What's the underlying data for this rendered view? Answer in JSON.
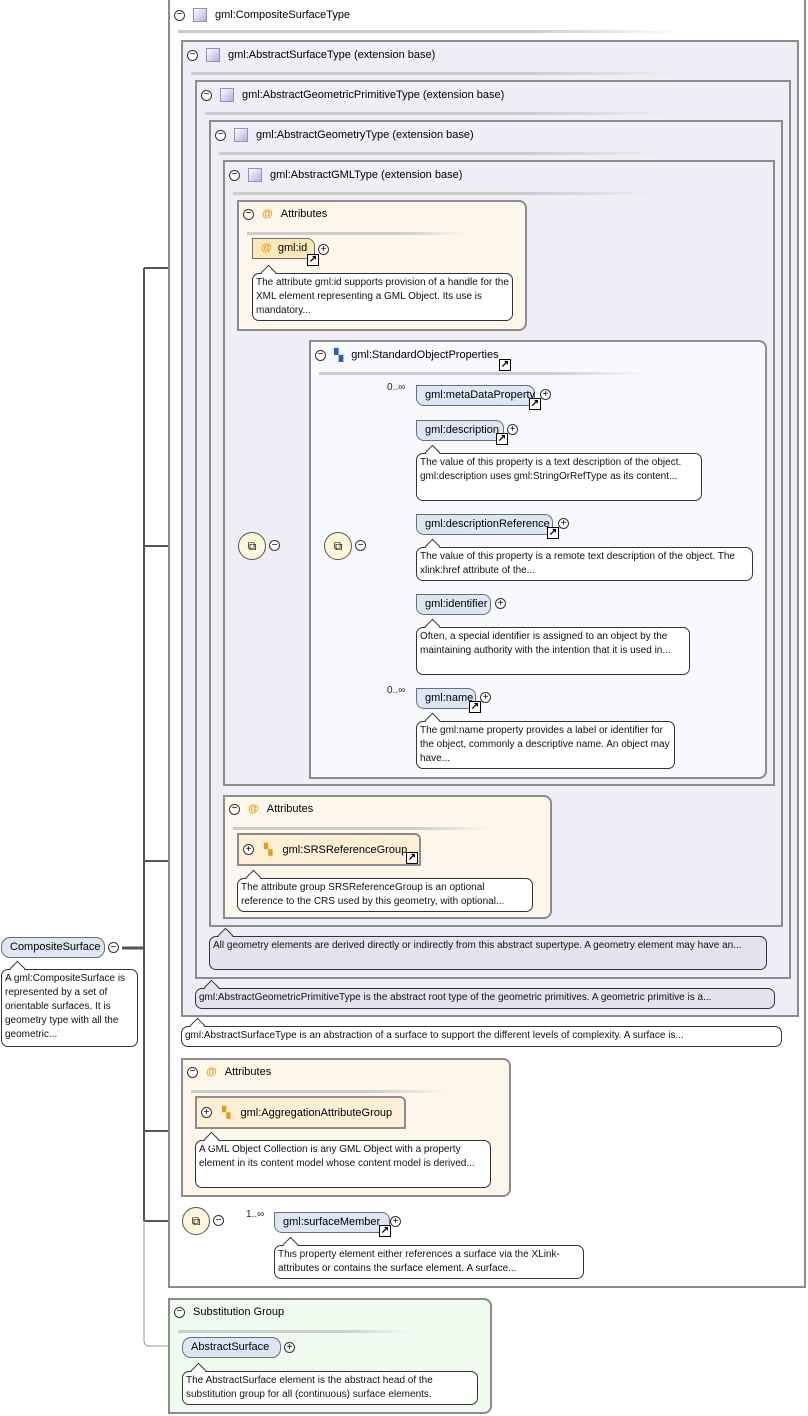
{
  "root": {
    "name": "CompositeSurface",
    "description": "A gml:CompositeSurface is represented by a set of orientable surfaces. It is geometry type with all the geometric..."
  },
  "types": {
    "composite": "gml:CompositeSurfaceType",
    "surface": "gml:AbstractSurfaceType (extension base)",
    "primitive": "gml:AbstractGeometricPrimitiveType (extension base)",
    "geometry": "gml:AbstractGeometryType (extension base)",
    "gml": "gml:AbstractGMLType (extension base)"
  },
  "attributes_label": "Attributes",
  "at_symbol": "@",
  "gml_attrs": {
    "id": "gml:id",
    "id_desc": "The attribute gml:id supports provision of a handle for the XML element representing a GML Object. Its use is mandatory..."
  },
  "group": {
    "name": "gml:StandardObjectProperties",
    "elements": [
      {
        "name": "gml:metaDataProperty",
        "card": "0..∞",
        "desc": ""
      },
      {
        "name": "gml:description",
        "card": "",
        "desc": "The value of this property is a text description of the object. gml:description uses gml:StringOrRefType as its content..."
      },
      {
        "name": "gml:descriptionReference",
        "card": "",
        "desc": "The value of this property is a remote text description of the object. The xlink:href attribute of the..."
      },
      {
        "name": "gml:identifier",
        "card": "",
        "desc": "Often, a special identifier is assigned to an object by the maintaining authority with the intention that it is used in..."
      },
      {
        "name": "gml:name",
        "card": "0..∞",
        "desc": "The gml:name property provides a label or identifier for the object, commonly a descriptive name. An object may have..."
      }
    ]
  },
  "srs": {
    "name": "gml:SRSReferenceGroup",
    "desc": "The attribute group SRSReferenceGroup is an optional reference to the CRS used by this geometry, with optional..."
  },
  "geometry_desc": "All geometry elements are derived directly or indirectly from this abstract supertype. A geometry element may have an...",
  "primitive_desc": "gml:AbstractGeometricPrimitiveType is the abstract root type of the geometric primitives. A geometric primitive is a...",
  "surface_desc": "gml:AbstractSurfaceType is an abstraction of a surface to support the different levels of complexity. A surface is...",
  "aggregation": {
    "name": "gml:AggregationAttributeGroup",
    "desc": "A GML Object Collection is any GML Object with a property element in its content model whose content model is derived..."
  },
  "member": {
    "name": "gml:surfaceMember",
    "card": "1..∞",
    "desc": "This property element either references a surface via the XLink-attributes or contains the surface element. A surface..."
  },
  "substitution": {
    "title": "Substitution Group",
    "name": "AbstractSurface",
    "desc": "The AbstractSurface element is the abstract head of the substitution group for all (continuous) surface elements."
  },
  "icons": {
    "collapse": "⊖",
    "expand": "⊕",
    "link": "↗",
    "sequence": "⧉"
  }
}
